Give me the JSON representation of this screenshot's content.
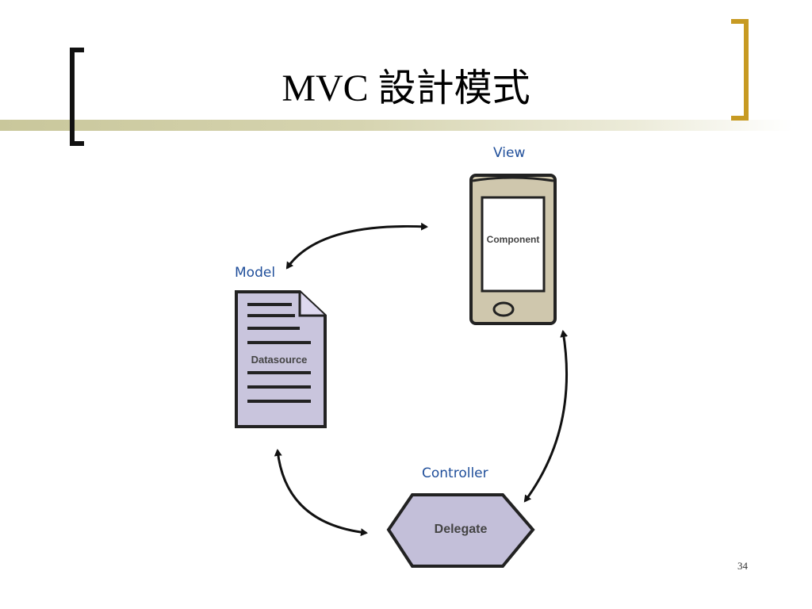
{
  "slide": {
    "title": "MVC 設計模式",
    "page_number": "34"
  },
  "diagram": {
    "view": {
      "label": "View",
      "inner_label": "Component"
    },
    "model": {
      "label": "Model",
      "inner_label": "Datasource"
    },
    "controller": {
      "label": "Controller",
      "inner_label": "Delegate"
    }
  },
  "colors": {
    "accent_bracket": "#c79a22",
    "title_rule": "#c9c79b",
    "hand_label": "#1f4e9a",
    "model_fill": "#c9c5dd",
    "view_fill": "#cfc7ad",
    "controller_fill": "#c3bfd9"
  }
}
